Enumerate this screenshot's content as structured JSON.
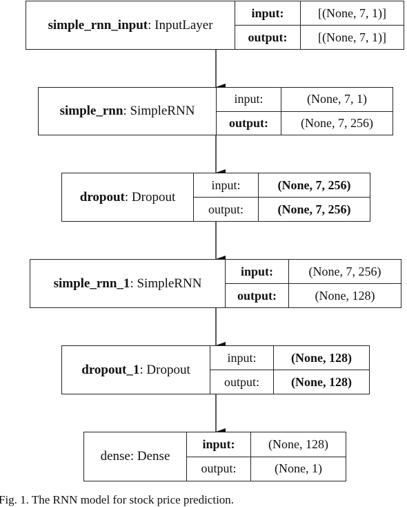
{
  "layers": [
    {
      "name": "simple_rnn_input",
      "type": "InputLayer",
      "input_label": "input:",
      "output_label": "output:",
      "input_shape": "[(None, 7, 1)]",
      "output_shape": "[(None, 7, 1)]"
    },
    {
      "name": "simple_rnn",
      "type": "SimpleRNN",
      "input_label": "input:",
      "output_label": "output:",
      "input_shape": "(None, 7, 1)",
      "output_shape": "(None, 7, 256)"
    },
    {
      "name": "dropout",
      "type": "Dropout",
      "input_label": "input:",
      "output_label": "output:",
      "input_shape": "(None, 7, 256)",
      "output_shape": "(None, 7, 256)"
    },
    {
      "name": "simple_rnn_1",
      "type": "SimpleRNN",
      "input_label": "input:",
      "output_label": "output:",
      "input_shape": "(None, 7, 256)",
      "output_shape": "(None, 128)"
    },
    {
      "name": "dropout_1",
      "type": "Dropout",
      "input_label": "input:",
      "output_label": "output:",
      "input_shape": "(None, 128)",
      "output_shape": "(None, 128)"
    },
    {
      "name": "dense",
      "type": "Dense",
      "input_label": "input:",
      "output_label": "output:",
      "input_shape": "(None, 128)",
      "output_shape": "(None, 1)"
    }
  ],
  "caption": "Fig. 1. The RNN model for stock price prediction."
}
